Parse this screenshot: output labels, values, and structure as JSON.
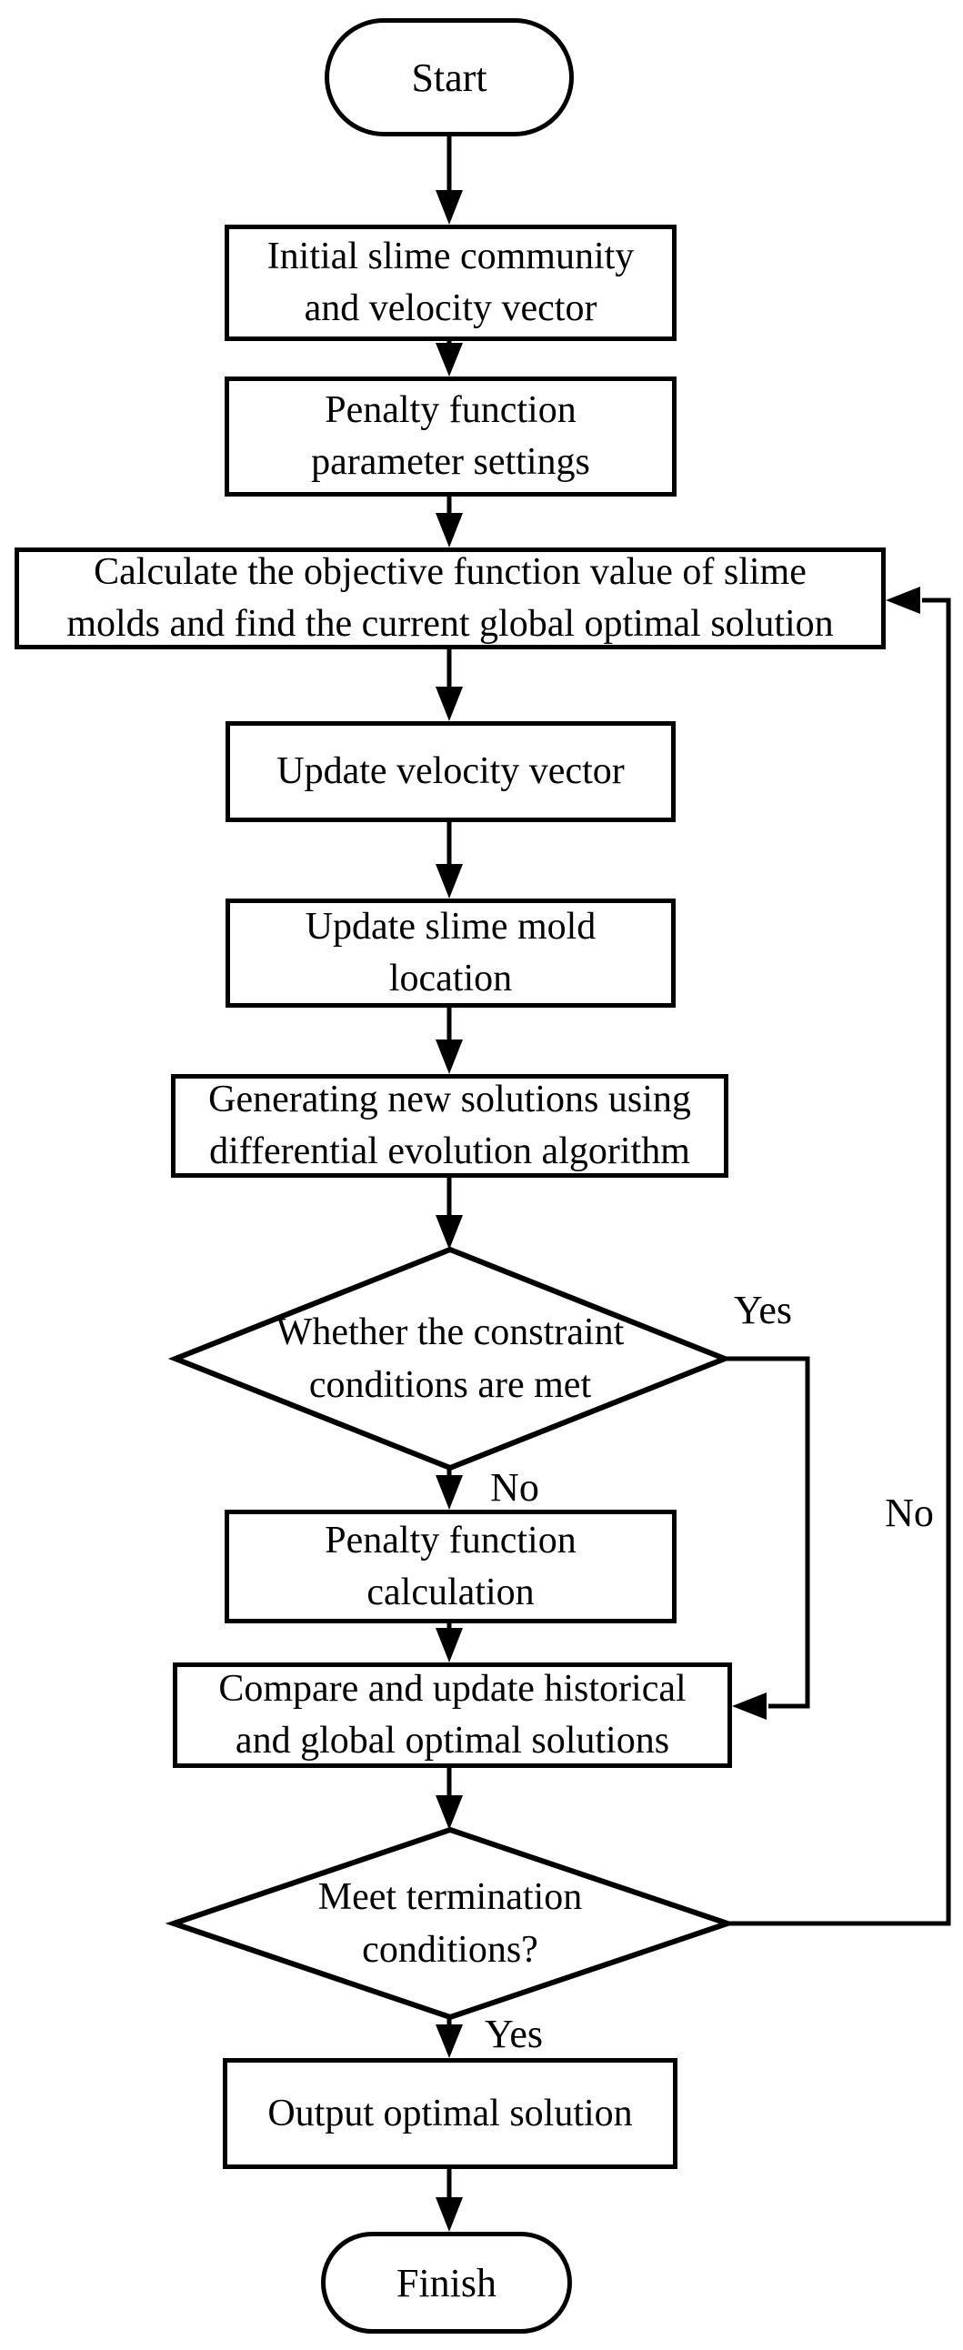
{
  "figure": {
    "type": "flowchart",
    "background_color": "#ffffff",
    "stroke_color": "#000000"
  },
  "nodes": {
    "start": {
      "type": "terminator",
      "label": "Start"
    },
    "init": {
      "type": "process",
      "line1": "Initial slime community",
      "line2": "and velocity vector"
    },
    "penalty_settings": {
      "type": "process",
      "line1": "Penalty function",
      "line2": "parameter settings"
    },
    "calculate": {
      "type": "process",
      "line1": "Calculate the objective function value of slime",
      "line2": "molds and find the current global optimal solution"
    },
    "update_velocity": {
      "type": "process",
      "label": "Update velocity vector"
    },
    "update_location": {
      "type": "process",
      "line1": "Update slime mold",
      "line2": "location"
    },
    "generate": {
      "type": "process",
      "line1": "Generating new solutions using",
      "line2": "differential evolution algorithm"
    },
    "constraint_check": {
      "type": "decision",
      "line1": "Whether the constraint",
      "line2": "conditions are met"
    },
    "penalty_calc": {
      "type": "process",
      "line1": "Penalty function",
      "line2": "calculation"
    },
    "compare": {
      "type": "process",
      "line1": "Compare and update historical",
      "line2": "and global optimal solutions"
    },
    "termination_check": {
      "type": "decision",
      "line1": "Meet termination",
      "line2": "conditions?"
    },
    "output": {
      "type": "process",
      "label": "Output optimal solution"
    },
    "finish": {
      "type": "terminator",
      "label": "Finish"
    }
  },
  "edge_labels": {
    "constraint_yes": "Yes",
    "constraint_no": "No",
    "termination_yes": "Yes",
    "termination_no": "No"
  }
}
